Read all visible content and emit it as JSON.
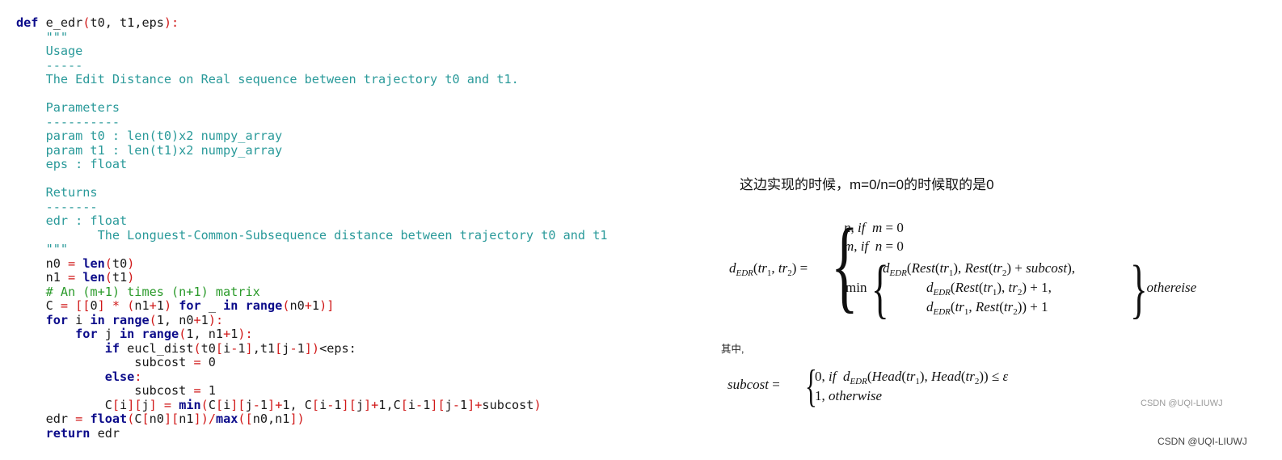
{
  "code_lines": [
    [
      {
        "t": "def",
        "c": "kw"
      },
      {
        "t": " e_edr",
        "c": "fn"
      },
      {
        "t": "(",
        "c": "op"
      },
      {
        "t": "t0, t1,eps",
        "c": "plain"
      },
      {
        "t": "):",
        "c": "op"
      }
    ],
    [
      {
        "t": "    \"\"\"",
        "c": "doc"
      }
    ],
    [
      {
        "t": "    Usage",
        "c": "doc"
      }
    ],
    [
      {
        "t": "    -----",
        "c": "doc"
      }
    ],
    [
      {
        "t": "    The Edit Distance on Real sequence between trajectory t0 and t1.",
        "c": "doc"
      }
    ],
    [
      {
        "t": "",
        "c": "doc"
      }
    ],
    [
      {
        "t": "    Parameters",
        "c": "doc"
      }
    ],
    [
      {
        "t": "    ----------",
        "c": "doc"
      }
    ],
    [
      {
        "t": "    param t0 : len(t0)x2 numpy_array",
        "c": "doc"
      }
    ],
    [
      {
        "t": "    param t1 : len(t1)x2 numpy_array",
        "c": "doc"
      }
    ],
    [
      {
        "t": "    eps : float",
        "c": "doc"
      }
    ],
    [
      {
        "t": "",
        "c": "doc"
      }
    ],
    [
      {
        "t": "    Returns",
        "c": "doc"
      }
    ],
    [
      {
        "t": "    -------",
        "c": "doc"
      }
    ],
    [
      {
        "t": "    edr : float",
        "c": "doc"
      }
    ],
    [
      {
        "t": "           The Longuest-Common-Subsequence distance between trajectory t0 and t1",
        "c": "doc"
      }
    ],
    [
      {
        "t": "    \"\"\"",
        "c": "doc"
      }
    ],
    [
      {
        "t": "    n0 ",
        "c": "plain"
      },
      {
        "t": "=",
        "c": "op"
      },
      {
        "t": " ",
        "c": "plain"
      },
      {
        "t": "len",
        "c": "kw"
      },
      {
        "t": "(",
        "c": "op"
      },
      {
        "t": "t0",
        "c": "plain"
      },
      {
        "t": ")",
        "c": "op"
      }
    ],
    [
      {
        "t": "    n1 ",
        "c": "plain"
      },
      {
        "t": "=",
        "c": "op"
      },
      {
        "t": " ",
        "c": "plain"
      },
      {
        "t": "len",
        "c": "kw"
      },
      {
        "t": "(",
        "c": "op"
      },
      {
        "t": "t1",
        "c": "plain"
      },
      {
        "t": ")",
        "c": "op"
      }
    ],
    [
      {
        "t": "    # An (m+1) times (n+1) matrix",
        "c": "com"
      }
    ],
    [
      {
        "t": "    C ",
        "c": "plain"
      },
      {
        "t": "=",
        "c": "op"
      },
      {
        "t": " [[",
        "c": "op"
      },
      {
        "t": "0",
        "c": "plain"
      },
      {
        "t": "] * (",
        "c": "op"
      },
      {
        "t": "n1",
        "c": "plain"
      },
      {
        "t": "+",
        "c": "op"
      },
      {
        "t": "1",
        "c": "plain"
      },
      {
        "t": ")",
        "c": "op"
      },
      {
        "t": " ",
        "c": "plain"
      },
      {
        "t": "for",
        "c": "kw"
      },
      {
        "t": " _ ",
        "c": "plain"
      },
      {
        "t": "in",
        "c": "kw"
      },
      {
        "t": " ",
        "c": "plain"
      },
      {
        "t": "range",
        "c": "kw"
      },
      {
        "t": "(",
        "c": "op"
      },
      {
        "t": "n0",
        "c": "plain"
      },
      {
        "t": "+",
        "c": "op"
      },
      {
        "t": "1",
        "c": "plain"
      },
      {
        "t": ")]",
        "c": "op"
      }
    ],
    [
      {
        "t": "    ",
        "c": "plain"
      },
      {
        "t": "for",
        "c": "kw"
      },
      {
        "t": " i ",
        "c": "plain"
      },
      {
        "t": "in",
        "c": "kw"
      },
      {
        "t": " ",
        "c": "plain"
      },
      {
        "t": "range",
        "c": "kw"
      },
      {
        "t": "(",
        "c": "op"
      },
      {
        "t": "1, n0",
        "c": "plain"
      },
      {
        "t": "+",
        "c": "op"
      },
      {
        "t": "1",
        "c": "plain"
      },
      {
        "t": "):",
        "c": "op"
      }
    ],
    [
      {
        "t": "        ",
        "c": "plain"
      },
      {
        "t": "for",
        "c": "kw"
      },
      {
        "t": " j ",
        "c": "plain"
      },
      {
        "t": "in",
        "c": "kw"
      },
      {
        "t": " ",
        "c": "plain"
      },
      {
        "t": "range",
        "c": "kw"
      },
      {
        "t": "(",
        "c": "op"
      },
      {
        "t": "1, n1",
        "c": "plain"
      },
      {
        "t": "+",
        "c": "op"
      },
      {
        "t": "1",
        "c": "plain"
      },
      {
        "t": "):",
        "c": "op"
      }
    ],
    [
      {
        "t": "            ",
        "c": "plain"
      },
      {
        "t": "if",
        "c": "kw"
      },
      {
        "t": " eucl_dist",
        "c": "plain"
      },
      {
        "t": "(",
        "c": "op"
      },
      {
        "t": "t0",
        "c": "plain"
      },
      {
        "t": "[",
        "c": "op"
      },
      {
        "t": "i",
        "c": "plain"
      },
      {
        "t": "-",
        "c": "op"
      },
      {
        "t": "1",
        "c": "plain"
      },
      {
        "t": "]",
        "c": "op"
      },
      {
        "t": ",t1",
        "c": "plain"
      },
      {
        "t": "[",
        "c": "op"
      },
      {
        "t": "j",
        "c": "plain"
      },
      {
        "t": "-",
        "c": "op"
      },
      {
        "t": "1",
        "c": "plain"
      },
      {
        "t": "])",
        "c": "op"
      },
      {
        "t": "<eps:",
        "c": "plain"
      }
    ],
    [
      {
        "t": "                subcost ",
        "c": "plain"
      },
      {
        "t": "=",
        "c": "op"
      },
      {
        "t": " 0",
        "c": "plain"
      }
    ],
    [
      {
        "t": "            ",
        "c": "plain"
      },
      {
        "t": "else",
        "c": "kw"
      },
      {
        "t": ":",
        "c": "op"
      }
    ],
    [
      {
        "t": "                subcost ",
        "c": "plain"
      },
      {
        "t": "=",
        "c": "op"
      },
      {
        "t": " 1",
        "c": "plain"
      }
    ],
    [
      {
        "t": "            C",
        "c": "plain"
      },
      {
        "t": "[",
        "c": "op"
      },
      {
        "t": "i",
        "c": "plain"
      },
      {
        "t": "][",
        "c": "op"
      },
      {
        "t": "j",
        "c": "plain"
      },
      {
        "t": "] = ",
        "c": "op"
      },
      {
        "t": "min",
        "c": "kw"
      },
      {
        "t": "(",
        "c": "op"
      },
      {
        "t": "C",
        "c": "plain"
      },
      {
        "t": "[",
        "c": "op"
      },
      {
        "t": "i",
        "c": "plain"
      },
      {
        "t": "][",
        "c": "op"
      },
      {
        "t": "j",
        "c": "plain"
      },
      {
        "t": "-",
        "c": "op"
      },
      {
        "t": "1",
        "c": "plain"
      },
      {
        "t": "]+",
        "c": "op"
      },
      {
        "t": "1, C",
        "c": "plain"
      },
      {
        "t": "[",
        "c": "op"
      },
      {
        "t": "i",
        "c": "plain"
      },
      {
        "t": "-",
        "c": "op"
      },
      {
        "t": "1",
        "c": "plain"
      },
      {
        "t": "][",
        "c": "op"
      },
      {
        "t": "j",
        "c": "plain"
      },
      {
        "t": "]+",
        "c": "op"
      },
      {
        "t": "1,C",
        "c": "plain"
      },
      {
        "t": "[",
        "c": "op"
      },
      {
        "t": "i",
        "c": "plain"
      },
      {
        "t": "-",
        "c": "op"
      },
      {
        "t": "1",
        "c": "plain"
      },
      {
        "t": "][",
        "c": "op"
      },
      {
        "t": "j",
        "c": "plain"
      },
      {
        "t": "-",
        "c": "op"
      },
      {
        "t": "1",
        "c": "plain"
      },
      {
        "t": "]+",
        "c": "op"
      },
      {
        "t": "subcost",
        "c": "plain"
      },
      {
        "t": ")",
        "c": "op"
      }
    ],
    [
      {
        "t": "    edr ",
        "c": "plain"
      },
      {
        "t": "=",
        "c": "op"
      },
      {
        "t": " ",
        "c": "plain"
      },
      {
        "t": "float",
        "c": "kw"
      },
      {
        "t": "(",
        "c": "op"
      },
      {
        "t": "C",
        "c": "plain"
      },
      {
        "t": "[",
        "c": "op"
      },
      {
        "t": "n0",
        "c": "plain"
      },
      {
        "t": "][",
        "c": "op"
      },
      {
        "t": "n1",
        "c": "plain"
      },
      {
        "t": "])/",
        "c": "op"
      },
      {
        "t": "max",
        "c": "kw"
      },
      {
        "t": "([",
        "c": "op"
      },
      {
        "t": "n0,n1",
        "c": "plain"
      },
      {
        "t": "])",
        "c": "op"
      }
    ],
    [
      {
        "t": "    ",
        "c": "plain"
      },
      {
        "t": "return",
        "c": "kw"
      },
      {
        "t": " edr",
        "c": "plain"
      }
    ]
  ],
  "note": "这边实现的时候，m=0/n=0的时候取的是0",
  "formula": {
    "lhs": [
      "d",
      "EDR",
      "(tr",
      "1",
      ", tr",
      "2",
      ") ="
    ],
    "case1": "n, if  m = 0",
    "case2": "m, if  n = 0",
    "min_label": "min",
    "min_row1": "d_EDR(Rest(tr1), Rest(tr2) + subcost),",
    "min_row2": "d_EDR(Rest(tr1), tr2) + 1,",
    "min_row3": "d_EDR(tr1, Rest(tr2)) + 1",
    "otherwise": ", othereise"
  },
  "qizhong": "其中,",
  "subcost_formula": {
    "lhs": "subcost =",
    "case1": "0, if  d_EDR(Head(tr1), Head(tr2)) ≤ ε",
    "case2": "1, otherwise"
  },
  "watermark_inner": "CSDN @UQI-LIUWJ",
  "watermark_outer": "CSDN @UQI-LIUWJ"
}
